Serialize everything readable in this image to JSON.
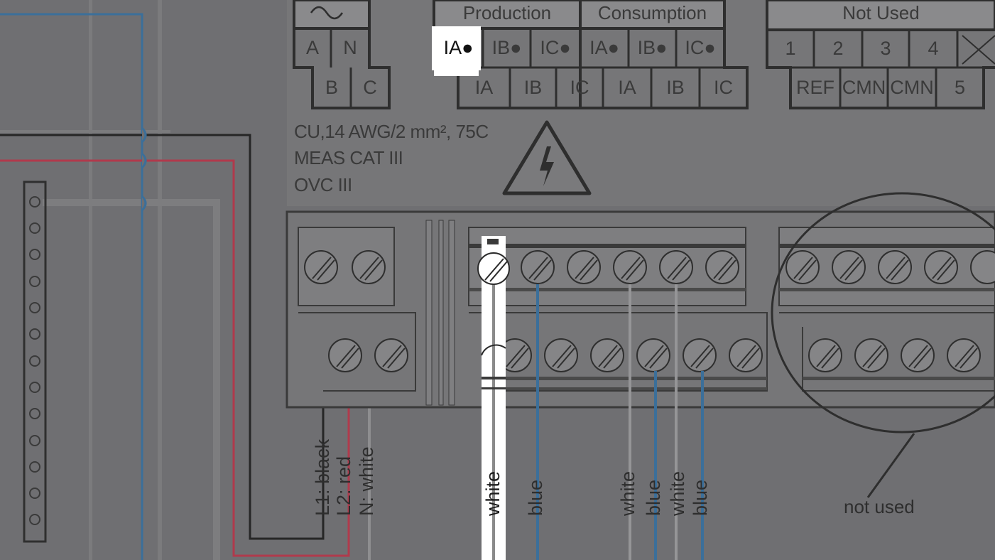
{
  "header": {
    "production": "Production",
    "consumption": "Consumption",
    "not_used": "Not Used"
  },
  "voltage_terminals": {
    "top": [
      "A",
      "N"
    ],
    "bottom": [
      "B",
      "C"
    ]
  },
  "production_terminals": {
    "top": [
      "IA●",
      "IB●",
      "IC●"
    ],
    "bottom": [
      "IA",
      "IB",
      "IC"
    ]
  },
  "consumption_terminals": {
    "top": [
      "IA●",
      "IB●",
      "IC●"
    ],
    "bottom": [
      "IA",
      "IB",
      "IC"
    ]
  },
  "not_used_terminals": {
    "top": [
      "1",
      "2",
      "3",
      "4"
    ],
    "bottom": [
      "REF",
      "CMN",
      "CMN",
      "5"
    ]
  },
  "specs": {
    "line1": "CU,14 AWG/2 mm², 75C",
    "line2": "MEAS CAT III",
    "line3": "OVC III"
  },
  "wire_labels": {
    "l1": "L1: black",
    "l2": "L2: red",
    "n": "N: white",
    "w1": "white",
    "b1": "blue",
    "w2": "white",
    "b2": "blue",
    "w3": "white",
    "b3": "blue"
  },
  "annotation": "not used",
  "highlight": {
    "terminal": "IA●",
    "wire": "white"
  },
  "colors": {
    "background": "#6f6f72",
    "line": "#3a3a3a",
    "wire_blue": "#3b6f9a",
    "wire_red": "#b03a4c",
    "wire_white": "#9a9a9a",
    "highlight": "#ffffff"
  }
}
